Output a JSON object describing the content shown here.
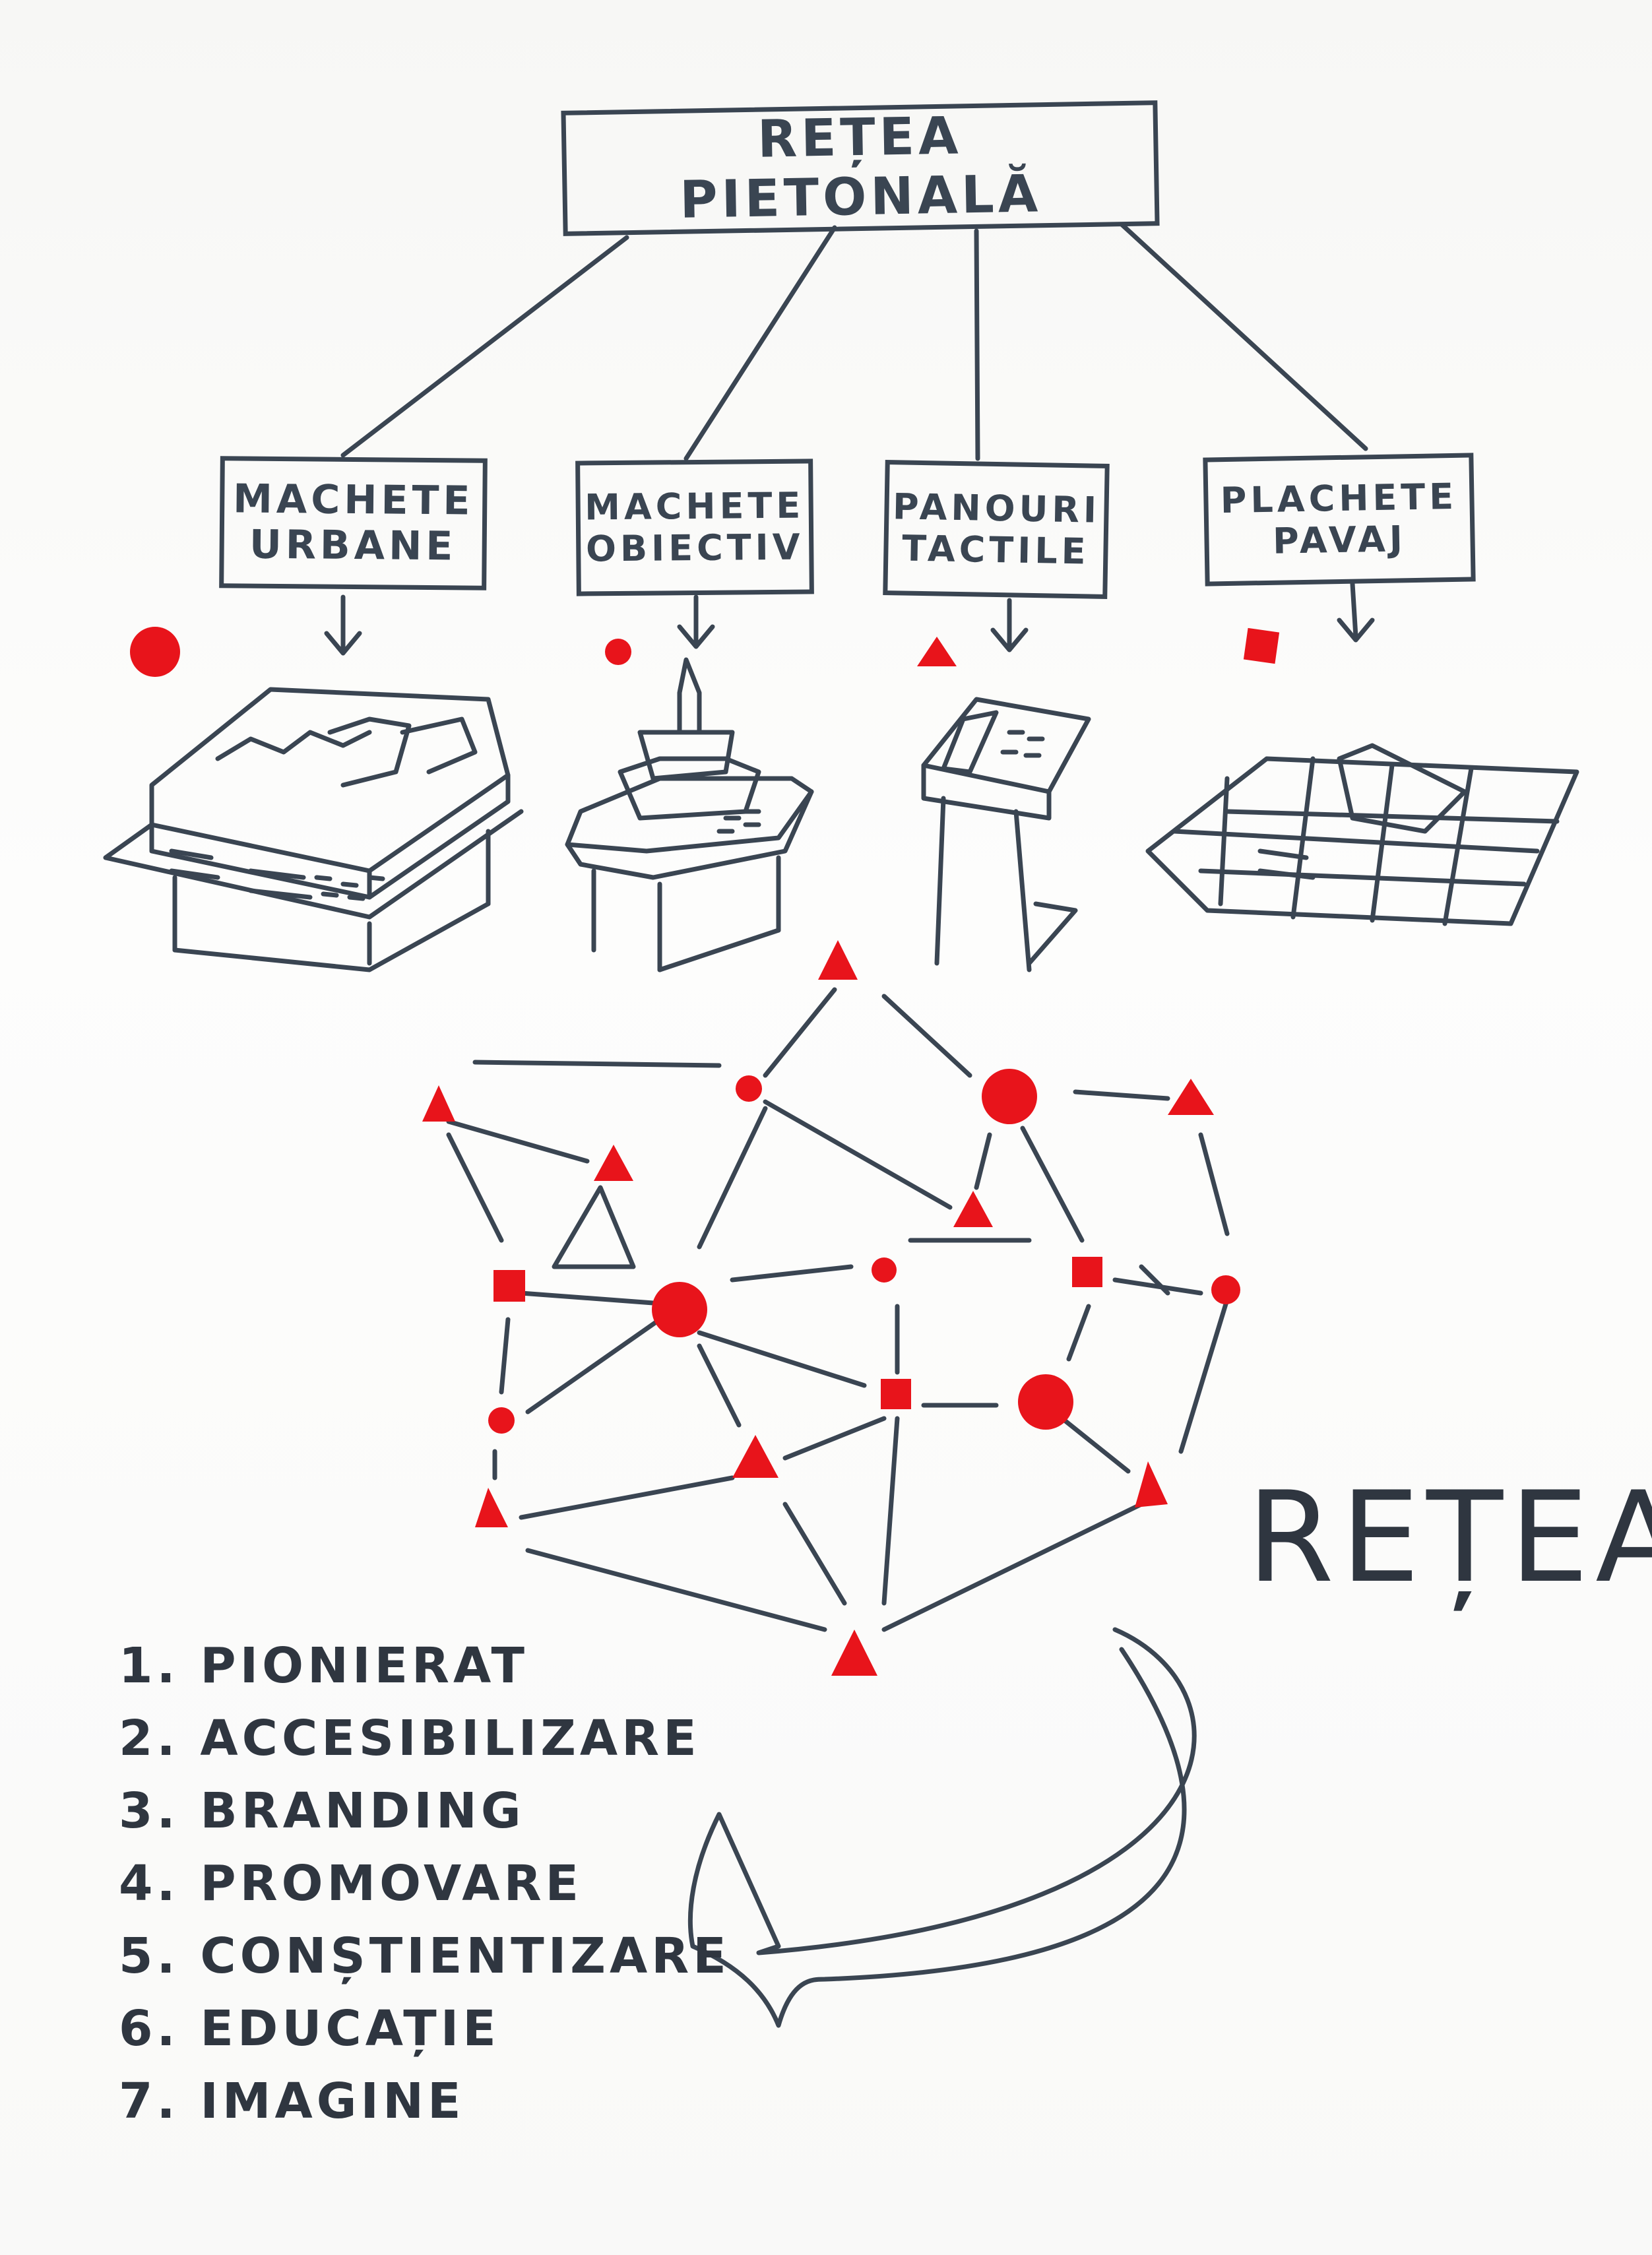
{
  "title": "REȚEA PIETONALĂ",
  "categories": [
    {
      "label": "MACHETE\nURBANE",
      "marker": "circle"
    },
    {
      "label": "MACHETE\nOBIECTIV",
      "marker": "small-circle"
    },
    {
      "label": "PANOURI\nTACTILE",
      "marker": "triangle"
    },
    {
      "label": "PLACHETE\nPAVAJ",
      "marker": "square"
    }
  ],
  "network_label": "REȚEA",
  "list": [
    "1. PIONIERAT",
    "2. ACCESIBILIZARE",
    "3. BRANDING",
    "4. PROMOVARE",
    "5. CONȘTIENTIZARE",
    "6. EDUCAȚIE",
    "7. IMAGINE"
  ],
  "colors": {
    "ink": "#3a4552",
    "marker": "#e8141b",
    "background": "#fbfbfa"
  }
}
